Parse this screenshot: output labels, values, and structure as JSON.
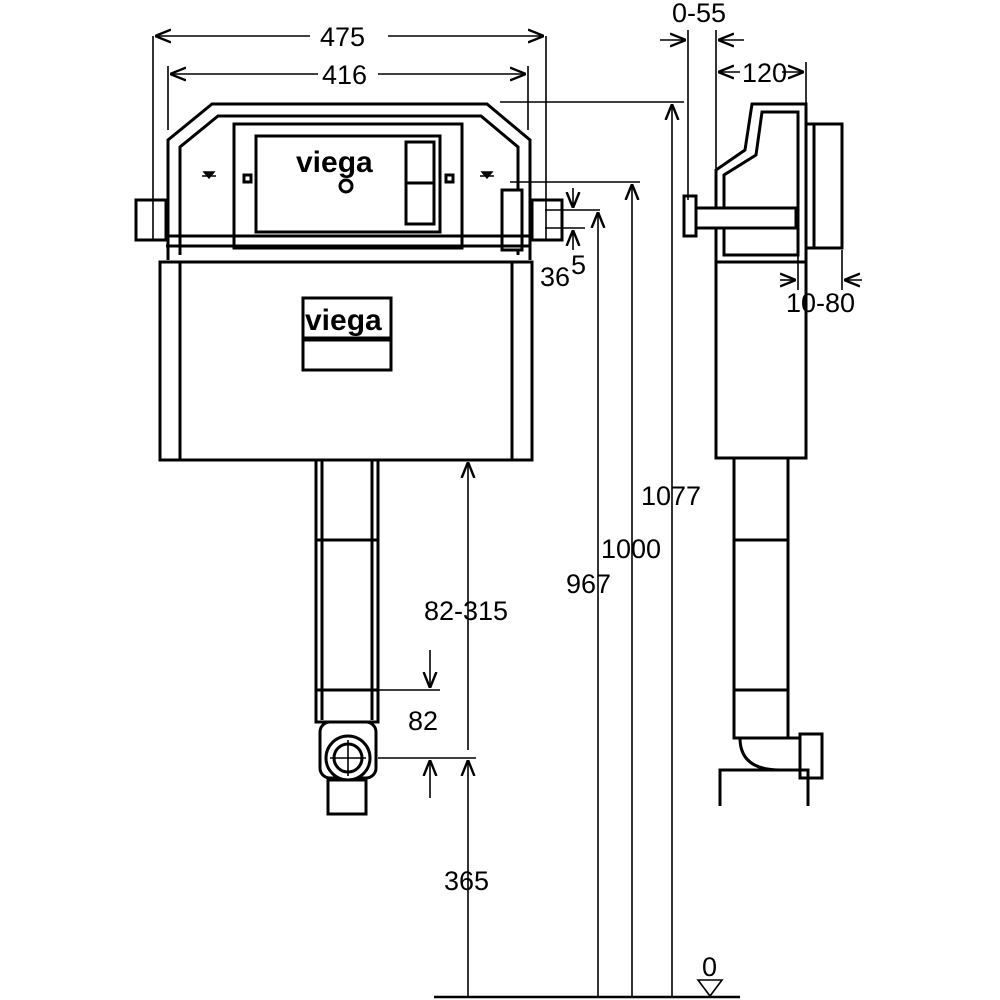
{
  "drawing": {
    "brand_logo_top": "viega",
    "brand_logo_tank": "viega",
    "dimensions": {
      "overall_width": "475",
      "inner_width": "416",
      "wall_offset": "0-55",
      "depth": "120",
      "bracket_36": "36",
      "bracket_5": "5",
      "flush_adjust": "10-80",
      "total_height": "1077",
      "height_1000": "1000",
      "height_967": "967",
      "drain_adjust": "82-315",
      "drain_82": "82",
      "drain_height": "365",
      "floor_level": "0"
    }
  }
}
